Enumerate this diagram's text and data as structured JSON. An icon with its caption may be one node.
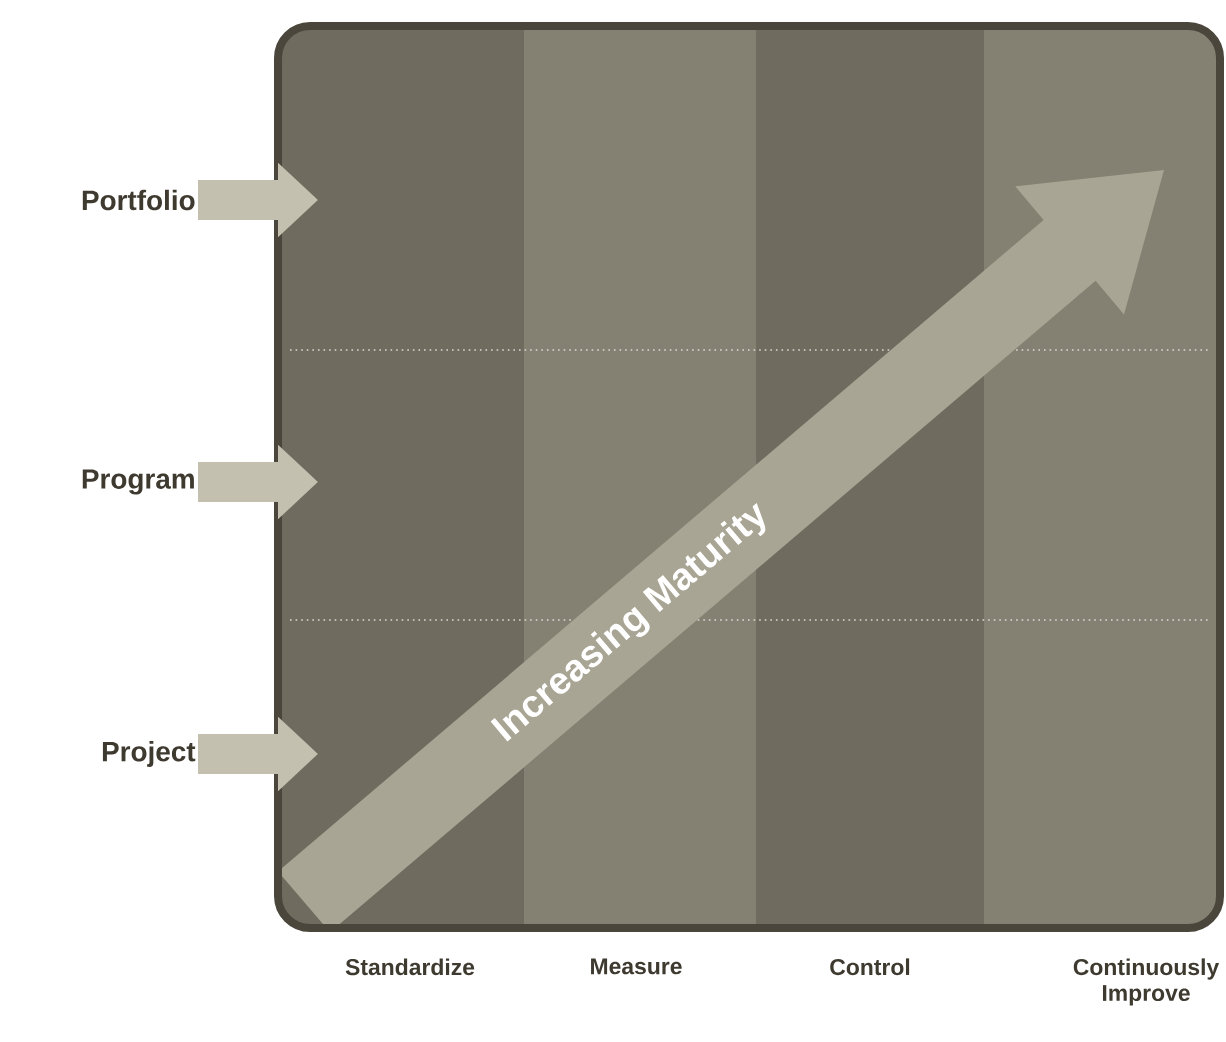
{
  "diagram": {
    "nodes": [
      {
        "text": [],
        "shape": "box"
      },
      {
        "text": [
          "Portfolio"
        ]
      },
      {
        "text": [
          "Program"
        ]
      },
      {
        "text": [
          "Project"
        ]
      }
    ],
    "edges": [
      {
        "from": 1,
        "to": 0,
        "arrow": "to"
      },
      {
        "from": 2,
        "to": 0,
        "arrow": "to"
      },
      {
        "from": 3,
        "to": 0,
        "arrow": "to"
      }
    ],
    "labels": [
      "Increasing Maturity",
      "Standardize",
      "Measure",
      "Control",
      "Continuously Improve"
    ]
  }
}
